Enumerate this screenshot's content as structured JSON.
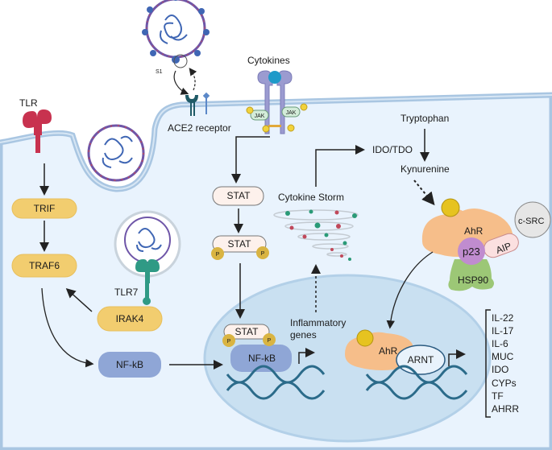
{
  "labels": {
    "tlr": "TLR",
    "trif": "TRIF",
    "traf6": "TRAF6",
    "irak4": "IRAK4",
    "nfkb": "NF-kB",
    "tlr7": "TLR7",
    "s1": "S1",
    "ace2": "ACE2 receptor",
    "cytokines": "Cytokines",
    "jak": "JAK",
    "p": "P",
    "stat": "STAT",
    "cytokine_storm": "Cytokine Storm",
    "ido_tdo": "IDO/TDO",
    "tryptophan": "Tryptophan",
    "kynurenine": "Kynurenine",
    "ahr": "AhR",
    "csrc": "c-SRC",
    "aip": "AIP",
    "p23": "p23",
    "hsp90": "HSP90",
    "arnt": "ARNT",
    "inflammatory_genes": [
      "Inflammatory",
      "genes"
    ]
  },
  "target_genes": [
    "IL-22",
    "IL-17",
    "IL-6",
    "MUC",
    "IDO",
    "CYPs",
    "TF",
    "AHRR"
  ],
  "colors": {
    "cytoplasm": "#e9f3fd",
    "membrane": "#a9c6e2",
    "nucleus": "#c9e0f1",
    "adaptor_yellow": "#f2cd6f",
    "nfkb_blue": "#8fa6d6",
    "ahr_orange": "#f6be8a",
    "hsp90_green": "#9cc776",
    "p23_purple": "#c08ccf",
    "tlr_red": "#c8324f",
    "tlr7_teal": "#2f9a85",
    "virus_blue": "#3f66b4"
  }
}
